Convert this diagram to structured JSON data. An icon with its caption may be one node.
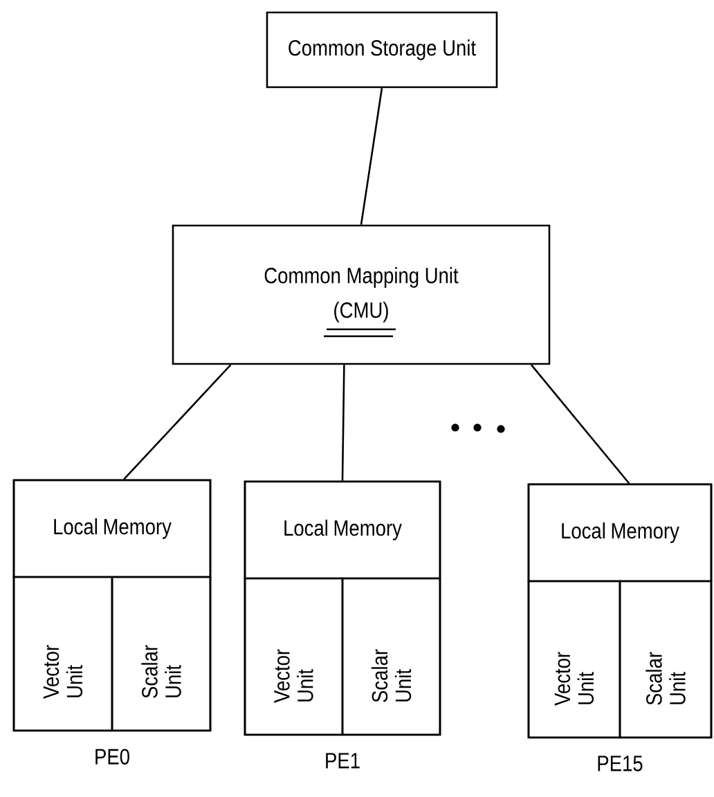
{
  "diagram": {
    "nodes": [
      {
        "text": [
          "Common Storage Unit"
        ]
      },
      {
        "text": [
          "Common Mapping Unit",
          "(CMU)"
        ]
      },
      {
        "text": [
          "PE0"
        ]
      },
      {
        "text": [
          "Local Memory"
        ],
        "in": 2
      },
      {
        "text": [
          "Vector Unit"
        ],
        "in": 2
      },
      {
        "text": [
          "Scalar Unit"
        ],
        "in": 2
      },
      {
        "text": [
          "PE1"
        ]
      },
      {
        "text": [
          "Local Memory"
        ],
        "in": 6
      },
      {
        "text": [
          "Vector Unit"
        ],
        "in": 6
      },
      {
        "text": [
          "Scalar Unit"
        ],
        "in": 6
      },
      {
        "text": [
          "PE15"
        ]
      },
      {
        "text": [
          "Local Memory"
        ],
        "in": 10
      },
      {
        "text": [
          "Vector Unit"
        ],
        "in": 10
      },
      {
        "text": [
          "Scalar Unit"
        ],
        "in": 10
      }
    ],
    "edges": [
      {
        "from": 0,
        "to": 1,
        "arrow": "none"
      },
      {
        "from": 1,
        "to": 2,
        "arrow": "none"
      },
      {
        "from": 1,
        "to": 6,
        "arrow": "none"
      },
      {
        "from": 1,
        "to": 10,
        "arrow": "none"
      }
    ]
  }
}
